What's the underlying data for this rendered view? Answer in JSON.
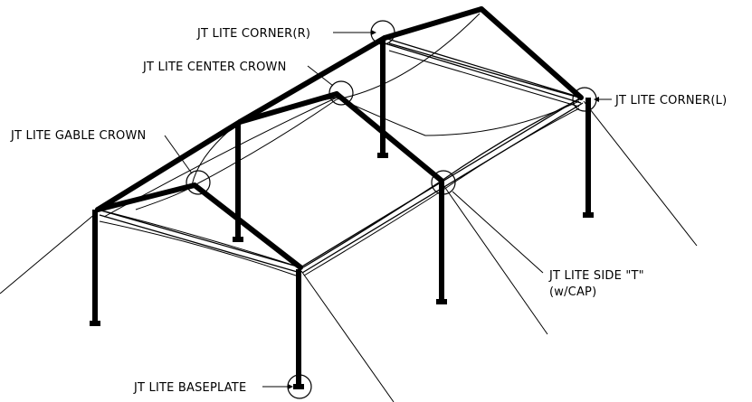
{
  "diagram": {
    "labels": {
      "corner_r": "JT LITE CORNER(R)",
      "center_crown": "JT LITE CENTER CROWN",
      "corner_l": "JT LITE CORNER(L)",
      "gable_crown": "JT LITE GABLE CROWN",
      "side_t_line1": "JT LITE SIDE \"T\"",
      "side_t_line2": "(w/CAP)",
      "baseplate": "JT LITE BASEPLATE"
    },
    "colors": {
      "line": "#000000",
      "background": "#ffffff"
    }
  }
}
